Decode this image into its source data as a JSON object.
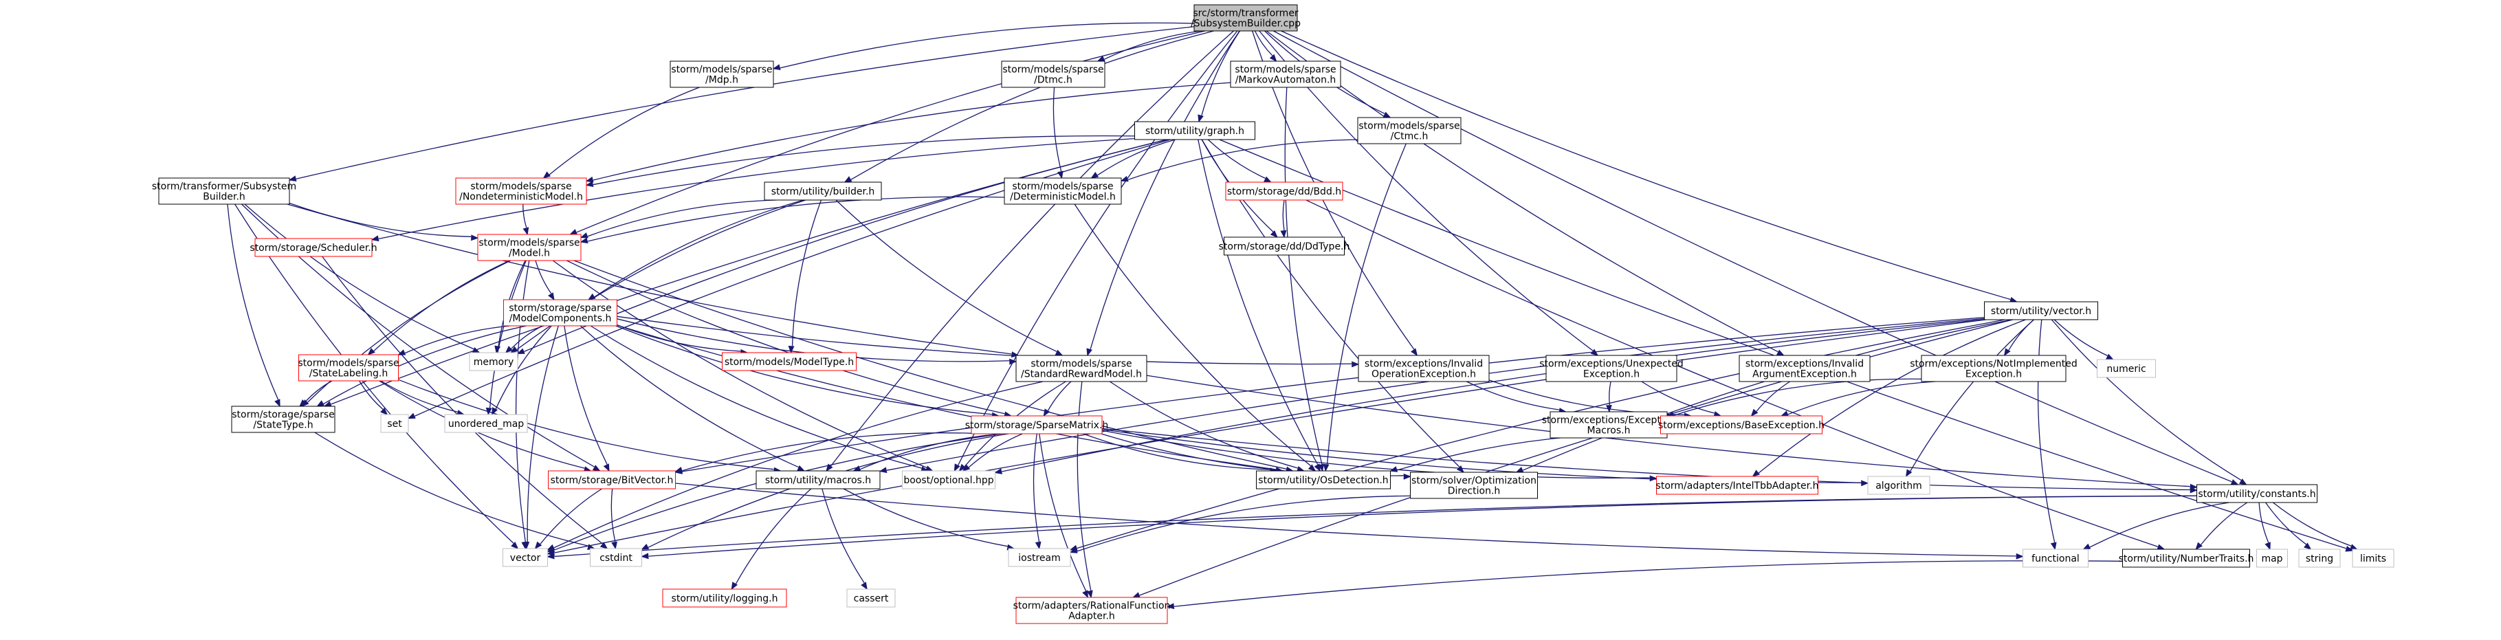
{
  "colors": {
    "edge": "#191970",
    "border_default": "#000000",
    "border_missing": "#ff0000",
    "border_system": "#bfbfbf",
    "root_fill": "#bfbfbf",
    "node_fill": "#ffffff"
  },
  "nodes": [
    {
      "id": "root",
      "lines": [
        "src/storm/transformer",
        "/SubsystemBuilder.cpp"
      ],
      "kind": "root"
    },
    {
      "id": "mdp",
      "lines": [
        "storm/models/sparse",
        "/Mdp.h"
      ],
      "kind": "normal"
    },
    {
      "id": "dtmc",
      "lines": [
        "storm/models/sparse",
        "/Dtmc.h"
      ],
      "kind": "normal"
    },
    {
      "id": "markov",
      "lines": [
        "storm/models/sparse",
        "/MarkovAutomaton.h"
      ],
      "kind": "normal"
    },
    {
      "id": "ctmc",
      "lines": [
        "storm/models/sparse",
        "/Ctmc.h"
      ],
      "kind": "normal"
    },
    {
      "id": "graph",
      "lines": [
        "storm/utility/graph.h"
      ],
      "kind": "normal"
    },
    {
      "id": "ndm",
      "lines": [
        "storm/models/sparse",
        "/NondeterministicModel.h"
      ],
      "kind": "missing"
    },
    {
      "id": "detm",
      "lines": [
        "storm/models/sparse",
        "/DeterministicModel.h"
      ],
      "kind": "normal"
    },
    {
      "id": "bdd",
      "lines": [
        "storm/storage/dd/Bdd.h"
      ],
      "kind": "missing"
    },
    {
      "id": "ddtype",
      "lines": [
        "storm/storage/dd/DdType.h"
      ],
      "kind": "normal"
    },
    {
      "id": "builder",
      "lines": [
        "storm/utility/builder.h"
      ],
      "kind": "normal"
    },
    {
      "id": "tsub",
      "lines": [
        "storm/transformer/Subsystem",
        "Builder.h"
      ],
      "kind": "normal"
    },
    {
      "id": "sched",
      "lines": [
        "storm/storage/Scheduler.h"
      ],
      "kind": "missing"
    },
    {
      "id": "model",
      "lines": [
        "storm/models/sparse",
        "/Model.h"
      ],
      "kind": "missing"
    },
    {
      "id": "mcomp",
      "lines": [
        "storm/storage/sparse",
        "/ModelComponents.h"
      ],
      "kind": "missing"
    },
    {
      "id": "slab",
      "lines": [
        "storm/models/sparse",
        "/StateLabeling.h"
      ],
      "kind": "missing"
    },
    {
      "id": "stype",
      "lines": [
        "storm/storage/sparse",
        "/StateType.h"
      ],
      "kind": "normal"
    },
    {
      "id": "set",
      "lines": [
        "set"
      ],
      "kind": "system"
    },
    {
      "id": "memory",
      "lines": [
        "memory"
      ],
      "kind": "system"
    },
    {
      "id": "umap",
      "lines": [
        "unordered_map"
      ],
      "kind": "system"
    },
    {
      "id": "mtype",
      "lines": [
        "storm/models/ModelType.h"
      ],
      "kind": "missing"
    },
    {
      "id": "srm",
      "lines": [
        "storm/models/sparse",
        "/StandardRewardModel.h"
      ],
      "kind": "normal"
    },
    {
      "id": "bitvec",
      "lines": [
        "storm/storage/BitVector.h"
      ],
      "kind": "missing"
    },
    {
      "id": "macros",
      "lines": [
        "storm/utility/macros.h"
      ],
      "kind": "normal"
    },
    {
      "id": "spm",
      "lines": [
        "storm/storage/SparseMatrix.h"
      ],
      "kind": "missing"
    },
    {
      "id": "boostopt",
      "lines": [
        "boost/optional.hpp"
      ],
      "kind": "system"
    },
    {
      "id": "osdet",
      "lines": [
        "storm/utility/OsDetection.h"
      ],
      "kind": "normal"
    },
    {
      "id": "vector",
      "lines": [
        "vector"
      ],
      "kind": "system"
    },
    {
      "id": "cstdint",
      "lines": [
        "cstdint"
      ],
      "kind": "system"
    },
    {
      "id": "logging",
      "lines": [
        "storm/utility/logging.h"
      ],
      "kind": "missing"
    },
    {
      "id": "cassert",
      "lines": [
        "cassert"
      ],
      "kind": "system"
    },
    {
      "id": "iostream",
      "lines": [
        "iostream"
      ],
      "kind": "system"
    },
    {
      "id": "rfa",
      "lines": [
        "storm/adapters/RationalFunction",
        "Adapter.h"
      ],
      "kind": "missing"
    },
    {
      "id": "invop",
      "lines": [
        "storm/exceptions/Invalid",
        "OperationException.h"
      ],
      "kind": "normal"
    },
    {
      "id": "unexp",
      "lines": [
        "storm/exceptions/Unexpected",
        "Exception.h"
      ],
      "kind": "normal"
    },
    {
      "id": "invarg",
      "lines": [
        "storm/exceptions/Invalid",
        "ArgumentException.h"
      ],
      "kind": "normal"
    },
    {
      "id": "exmac",
      "lines": [
        "storm/exceptions/Exception",
        "Macros.h"
      ],
      "kind": "normal"
    },
    {
      "id": "baseex",
      "lines": [
        "storm/exceptions/BaseException.h"
      ],
      "kind": "missing"
    },
    {
      "id": "optdir",
      "lines": [
        "storm/solver/Optimization",
        "Direction.h"
      ],
      "kind": "normal"
    },
    {
      "id": "inteltbb",
      "lines": [
        "storm/adapters/IntelTbbAdapter.h"
      ],
      "kind": "missing"
    },
    {
      "id": "algorithm",
      "lines": [
        "algorithm"
      ],
      "kind": "system"
    },
    {
      "id": "uvector",
      "lines": [
        "storm/utility/vector.h"
      ],
      "kind": "normal"
    },
    {
      "id": "notimpl",
      "lines": [
        "storm/exceptions/NotImplemented",
        "Exception.h"
      ],
      "kind": "normal"
    },
    {
      "id": "numeric",
      "lines": [
        "numeric"
      ],
      "kind": "system"
    },
    {
      "id": "const",
      "lines": [
        "storm/utility/constants.h"
      ],
      "kind": "normal"
    },
    {
      "id": "functional",
      "lines": [
        "functional"
      ],
      "kind": "system"
    },
    {
      "id": "numtraits",
      "lines": [
        "storm/utility/NumberTraits.h"
      ],
      "kind": "normal"
    },
    {
      "id": "map",
      "lines": [
        "map"
      ],
      "kind": "system"
    },
    {
      "id": "string",
      "lines": [
        "string"
      ],
      "kind": "system"
    },
    {
      "id": "limits",
      "lines": [
        "limits"
      ],
      "kind": "system"
    }
  ],
  "edges": [
    [
      "root",
      "mdp"
    ],
    [
      "root",
      "dtmc"
    ],
    [
      "root",
      "markov"
    ],
    [
      "root",
      "ctmc"
    ],
    [
      "root",
      "graph"
    ],
    [
      "root",
      "builder"
    ],
    [
      "root",
      "tsub"
    ],
    [
      "root",
      "uvector"
    ],
    [
      "root",
      "const"
    ],
    [
      "root",
      "model"
    ],
    [
      "root",
      "invop"
    ],
    [
      "root",
      "unexp"
    ],
    [
      "root",
      "invarg"
    ],
    [
      "root",
      "macros"
    ],
    [
      "root",
      "boostopt"
    ],
    [
      "root",
      "srm"
    ],
    [
      "mdp",
      "ndm"
    ],
    [
      "dtmc",
      "detm"
    ],
    [
      "markov",
      "ndm"
    ],
    [
      "markov",
      "osdet"
    ],
    [
      "ctmc",
      "detm"
    ],
    [
      "ctmc",
      "osdet"
    ],
    [
      "graph",
      "ndm"
    ],
    [
      "graph",
      "detm"
    ],
    [
      "graph",
      "bdd"
    ],
    [
      "graph",
      "ddtype"
    ],
    [
      "graph",
      "sched"
    ],
    [
      "graph",
      "set"
    ],
    [
      "graph",
      "limits"
    ],
    [
      "graph",
      "osdet"
    ],
    [
      "graph",
      "optdir"
    ],
    [
      "graph",
      "stype"
    ],
    [
      "graph",
      "memory"
    ],
    [
      "bdd",
      "ddtype"
    ],
    [
      "bdd",
      "numtraits"
    ],
    [
      "ndm",
      "model"
    ],
    [
      "detm",
      "model"
    ],
    [
      "detm",
      "osdet"
    ],
    [
      "builder",
      "model"
    ],
    [
      "builder",
      "mcomp"
    ],
    [
      "builder",
      "mtype"
    ],
    [
      "builder",
      "srm"
    ],
    [
      "builder",
      "memory"
    ],
    [
      "tsub",
      "model"
    ],
    [
      "tsub",
      "srm"
    ],
    [
      "tsub",
      "memory"
    ],
    [
      "tsub",
      "vector"
    ],
    [
      "tsub",
      "bitvec"
    ],
    [
      "tsub",
      "stype"
    ],
    [
      "sched",
      "cstdint"
    ],
    [
      "model",
      "mcomp"
    ],
    [
      "model",
      "slab"
    ],
    [
      "model",
      "stype"
    ],
    [
      "model",
      "umap"
    ],
    [
      "model",
      "memory"
    ],
    [
      "model",
      "spm"
    ],
    [
      "model",
      "osdet"
    ],
    [
      "model",
      "boostopt"
    ],
    [
      "model",
      "vector"
    ],
    [
      "mcomp",
      "slab"
    ],
    [
      "mcomp",
      "stype"
    ],
    [
      "mcomp",
      "memory"
    ],
    [
      "mcomp",
      "umap"
    ],
    [
      "mcomp",
      "mtype"
    ],
    [
      "mcomp",
      "srm"
    ],
    [
      "mcomp",
      "bitvec"
    ],
    [
      "mcomp",
      "macros"
    ],
    [
      "mcomp",
      "spm"
    ],
    [
      "mcomp",
      "boostopt"
    ],
    [
      "mcomp",
      "osdet"
    ],
    [
      "mcomp",
      "vector"
    ],
    [
      "mcomp",
      "invop"
    ],
    [
      "slab",
      "set"
    ],
    [
      "slab",
      "umap"
    ],
    [
      "slab",
      "bitvec"
    ],
    [
      "slab",
      "macros"
    ],
    [
      "slab",
      "stype"
    ],
    [
      "stype",
      "cstdint"
    ],
    [
      "srm",
      "spm"
    ],
    [
      "srm",
      "boostopt"
    ],
    [
      "srm",
      "osdet"
    ],
    [
      "srm",
      "vector"
    ],
    [
      "srm",
      "const"
    ],
    [
      "srm",
      "rfa"
    ],
    [
      "spm",
      "bitvec"
    ],
    [
      "spm",
      "macros"
    ],
    [
      "spm",
      "boostopt"
    ],
    [
      "spm",
      "osdet"
    ],
    [
      "spm",
      "vector"
    ],
    [
      "spm",
      "cstdint"
    ],
    [
      "spm",
      "iostream"
    ],
    [
      "spm",
      "rfa"
    ],
    [
      "spm",
      "optdir"
    ],
    [
      "spm",
      "inteltbb"
    ],
    [
      "spm",
      "const"
    ],
    [
      "spm",
      "algorithm"
    ],
    [
      "bitvec",
      "vector"
    ],
    [
      "bitvec",
      "cstdint"
    ],
    [
      "bitvec",
      "functional"
    ],
    [
      "macros",
      "logging"
    ],
    [
      "macros",
      "cassert"
    ],
    [
      "macros",
      "iostream"
    ],
    [
      "invop",
      "exmac"
    ],
    [
      "invop",
      "baseex"
    ],
    [
      "unexp",
      "exmac"
    ],
    [
      "unexp",
      "baseex"
    ],
    [
      "invarg",
      "baseex"
    ],
    [
      "notimpl",
      "exmac"
    ],
    [
      "notimpl",
      "baseex"
    ],
    [
      "baseex",
      "osdet"
    ],
    [
      "optdir",
      "iostream"
    ],
    [
      "uvector",
      "notimpl"
    ],
    [
      "uvector",
      "numeric"
    ],
    [
      "uvector",
      "const"
    ],
    [
      "uvector",
      "algorithm"
    ],
    [
      "uvector",
      "bitvec"
    ],
    [
      "uvector",
      "macros"
    ],
    [
      "uvector",
      "boostopt"
    ],
    [
      "uvector",
      "inteltbb"
    ],
    [
      "uvector",
      "optdir"
    ],
    [
      "uvector",
      "iostream"
    ],
    [
      "uvector",
      "functional"
    ],
    [
      "uvector",
      "vector"
    ],
    [
      "uvector",
      "rfa"
    ],
    [
      "const",
      "map"
    ],
    [
      "const",
      "string"
    ],
    [
      "const",
      "limits"
    ],
    [
      "const",
      "functional"
    ],
    [
      "const",
      "numtraits"
    ],
    [
      "const",
      "cstdint"
    ],
    [
      "const",
      "vector"
    ],
    [
      "numtraits",
      "rfa"
    ]
  ]
}
